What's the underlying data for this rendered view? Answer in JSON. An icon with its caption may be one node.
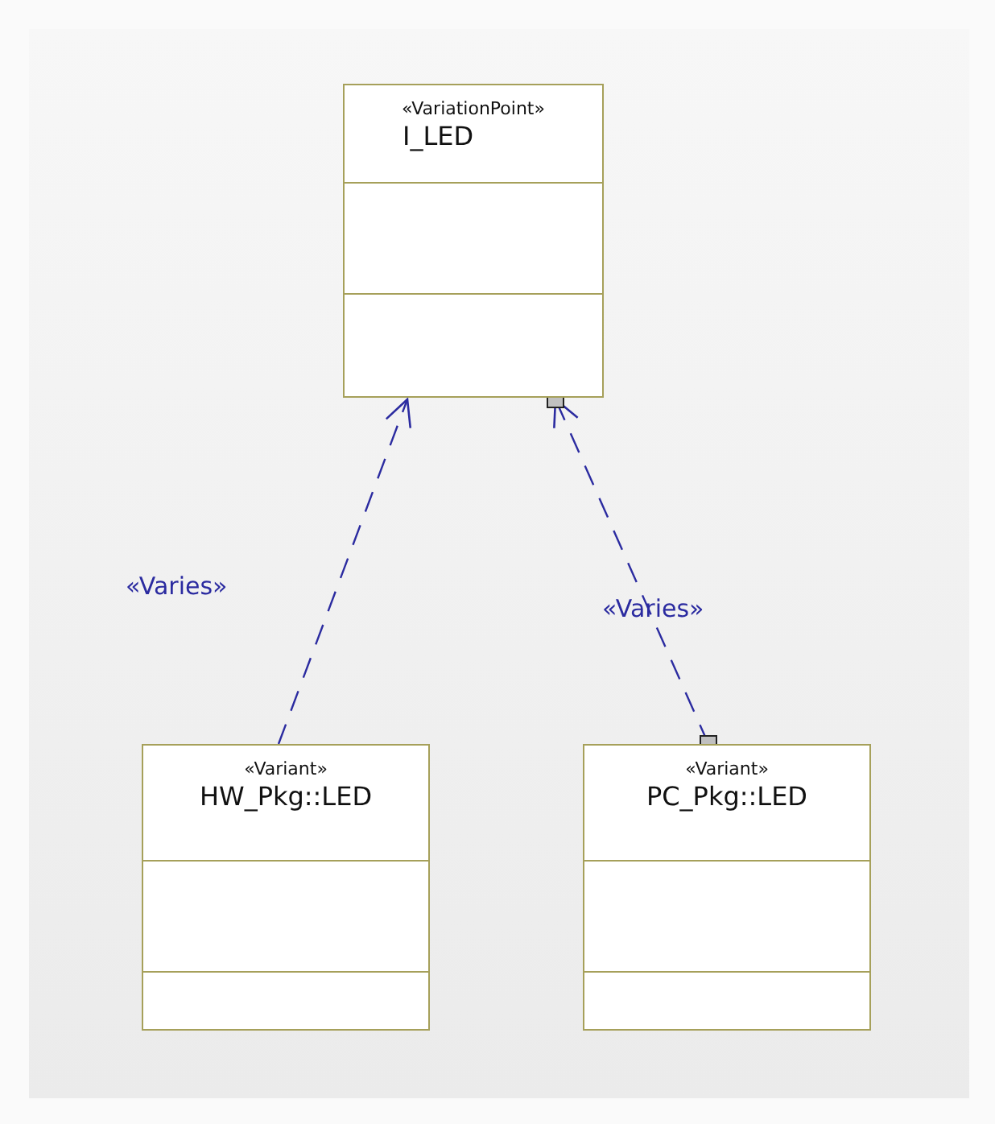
{
  "diagram": {
    "nodes": [
      {
        "text": [
          "«VariationPoint»",
          "I_LED"
        ]
      },
      {
        "text": [
          "«Variant»",
          "HW_Pkg::LED"
        ]
      },
      {
        "text": [
          "«Variant»",
          "PC_Pkg::LED"
        ]
      }
    ],
    "edges": [
      {
        "from": 1,
        "to": 0,
        "arrow": "to",
        "style": "dashed",
        "label": "«Varies»"
      },
      {
        "from": 2,
        "to": 0,
        "arrow": "to",
        "style": "dashed",
        "label": "«Varies»"
      }
    ]
  }
}
